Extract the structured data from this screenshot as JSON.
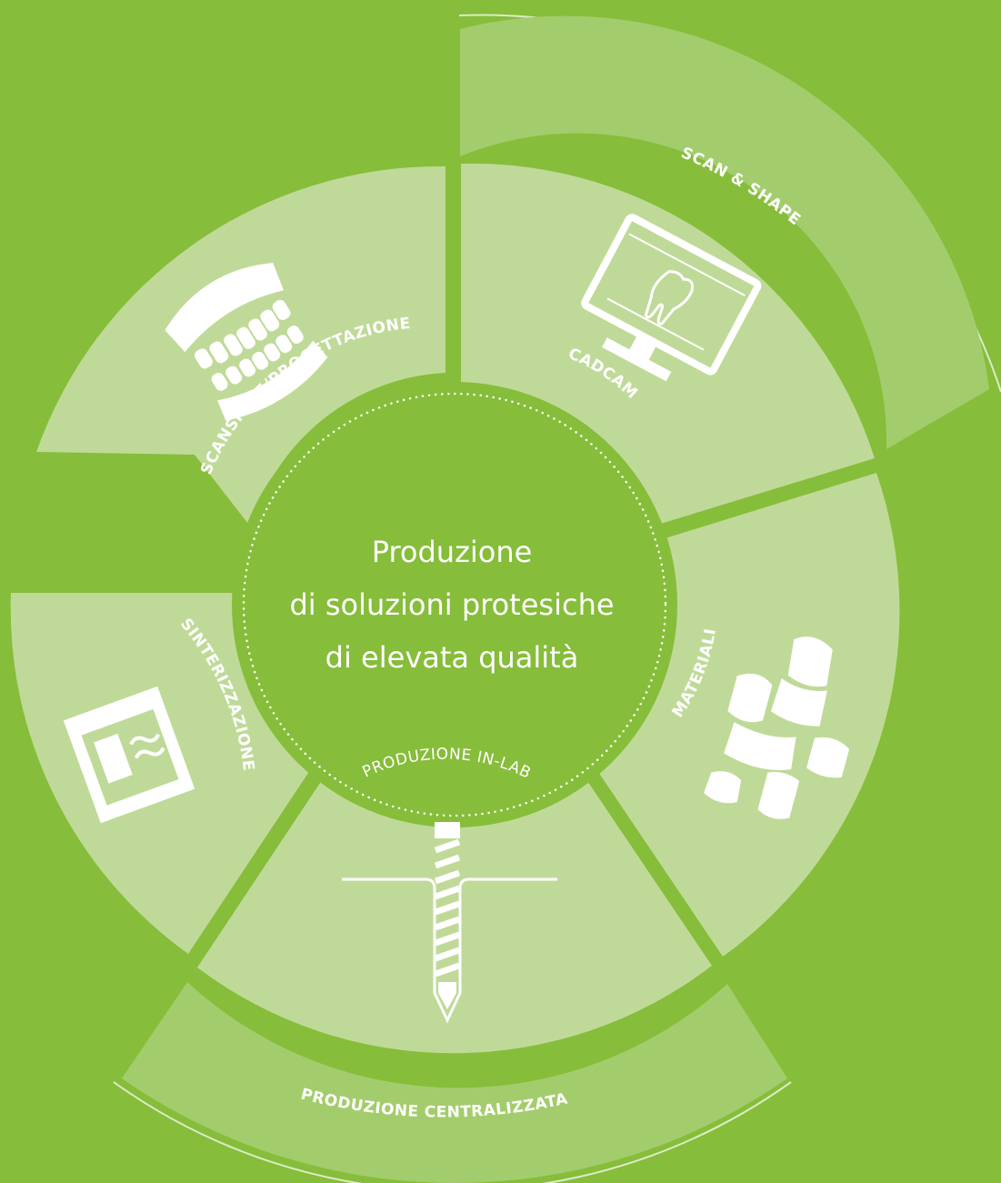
{
  "center": {
    "lines": [
      "Produzione",
      "di soluzioni protesiche",
      "di elevata qualità"
    ]
  },
  "segments": {
    "scansione": {
      "label": "SCANSIONE/PROGETTAZIONE",
      "icon": "denture-icon"
    },
    "cadcam": {
      "label": "CADCAM",
      "icon": "monitor-tooth-icon"
    },
    "materiali": {
      "label": "MATERIALI",
      "icon": "material-blocks-icon"
    },
    "produzione_inlab": {
      "label": "PRODUZIONE IN-LAB",
      "icon": "milling-drill-icon"
    },
    "sinterizzazione": {
      "label": "SINTERIZZAZIONE",
      "icon": "furnace-icon"
    }
  },
  "outer": {
    "scan_shape": "SCAN & SHAPE",
    "produzione_centralizzata": "PRODUZIONE CENTRALIZZATA"
  },
  "colors": {
    "background": "#86bd3a",
    "segment": "#bfda98",
    "outer_band": "#a3cd6c",
    "center": "#86bd3a",
    "text": "#ffffff"
  }
}
